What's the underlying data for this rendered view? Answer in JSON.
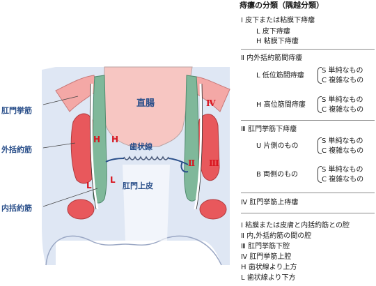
{
  "diagram": {
    "labels": {
      "rectum": "直腸",
      "dentate_line": "歯状線",
      "anoderm": "肛門上皮",
      "levator_ani": "肛門挙筋",
      "external_sphincter": "外括約筋",
      "internal_sphincter": "内括約筋",
      "h_left": "H",
      "h_right": "H",
      "l_left": "L",
      "l_right": "L",
      "roman_2": "Ⅱ",
      "roman_3": "Ⅲ",
      "roman_4": "Ⅳ"
    },
    "colors": {
      "background": "#dfe7f4",
      "muscle_red": "#e8585c",
      "muscle_pink": "#f4a8a6",
      "sphincter_green": "#7fb89a",
      "rectum_fill": "#f7c6c2",
      "text_blue": "#2a4f8a",
      "text_red": "#d8141e"
    }
  },
  "panel": {
    "title": "痔瘻の分類（隅越分類）",
    "type1": {
      "header": "Ⅰ 皮下または粘膜下痔瘻",
      "items": [
        "L  皮下痔瘻",
        "H  粘膜下痔瘻"
      ]
    },
    "type2": {
      "header": "Ⅱ 内外括約筋間痔瘻",
      "groups": [
        {
          "label": "L  低位筋間痔瘻",
          "options": [
            "S  単純なもの",
            "C  複雑なもの"
          ]
        },
        {
          "label": "H  高位筋間痔瘻",
          "options": [
            "S  単純なもの",
            "C  複雑なもの"
          ]
        }
      ]
    },
    "type3": {
      "header": "Ⅲ 肛門挙筋下痔瘻",
      "groups": [
        {
          "label": "U  片側のもの",
          "options": [
            "S  単純なもの",
            "C  複雑なもの"
          ]
        },
        {
          "label": "B  両側のもの",
          "options": [
            "S  単純なもの",
            "C  複雑なもの"
          ]
        }
      ]
    },
    "type4": {
      "header": "Ⅳ 肛門挙筋上痔瘻"
    },
    "legend": [
      "Ⅰ  粘膜または皮膚と内括約筋との腔",
      "Ⅱ  内,外括約筋の間の腔",
      "Ⅲ 肛門挙筋下腔",
      "Ⅳ 肛門挙筋上腔",
      "H  歯状線より上方",
      "L  歯状線より下方"
    ]
  }
}
